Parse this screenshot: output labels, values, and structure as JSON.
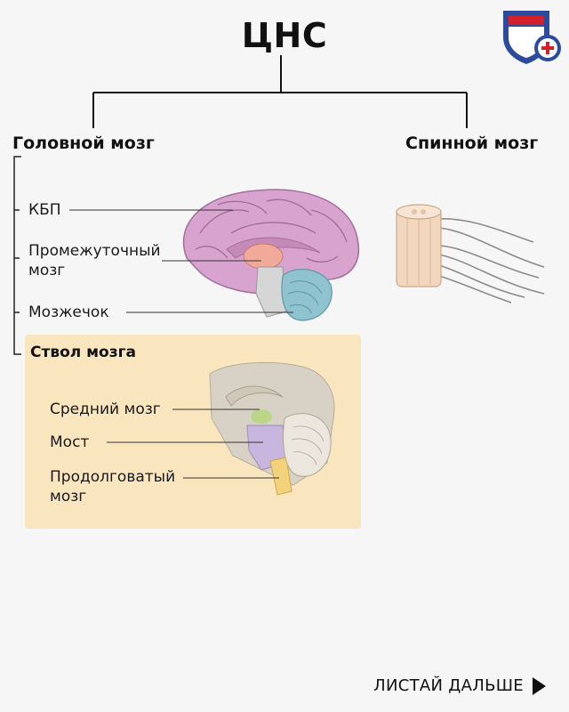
{
  "title": "ЦНС",
  "left_branch": {
    "label": "Головной мозг",
    "parts": [
      "КБП",
      "Промежуточный",
      "мозг",
      "Мозжечок"
    ]
  },
  "right_branch": {
    "label": "Спинной мозг"
  },
  "brainstem": {
    "title": "Ствол мозга",
    "parts": [
      "Средний мозг",
      "Мост",
      "Продолговатый",
      "мозг"
    ]
  },
  "footer": {
    "next_label": "ЛИСТАЙ ДАЛЬШЕ"
  },
  "colors": {
    "cortex": "#d9a3cf",
    "diencephalon": "#f1a99a",
    "cerebellum": "#8fc3cf",
    "brainstem": "#d6d6d6",
    "box_bg": "#f9e6bf",
    "logo_blue": "#2c4a9e",
    "logo_red": "#d3202d"
  }
}
